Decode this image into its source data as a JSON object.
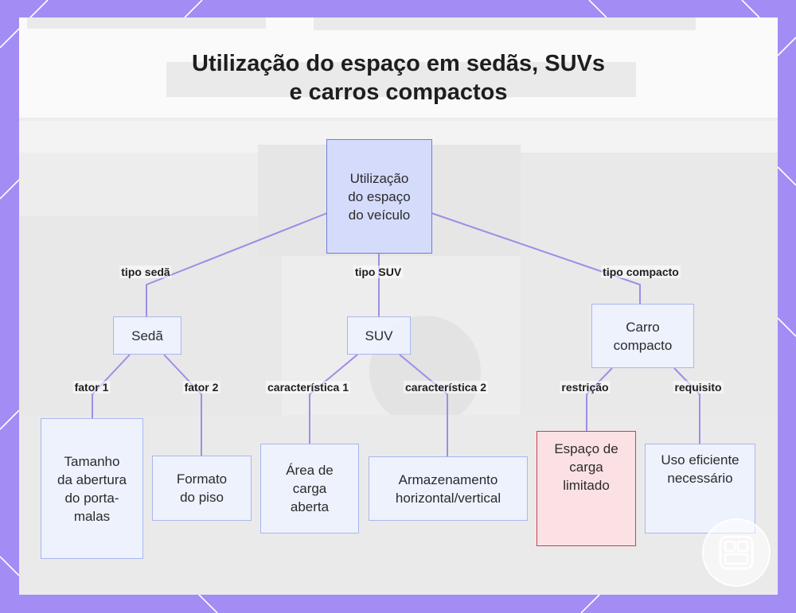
{
  "title": {
    "line1": "Utilização do espaço em sedãs, SUVs",
    "line2": "e carros compactos"
  },
  "nodes": {
    "root": "Utilização do espaço do veículo",
    "sedan": "Sedã",
    "suv": "SUV",
    "compact": "Carro compacto",
    "trunk": "Tamanho da abertura do porta-malas",
    "floor": "Formato do piso",
    "open_area": "Área de carga aberta",
    "storage": "Armazenamento horizontal/vertical",
    "limited": "Espaço de carga limitado",
    "efficient": "Uso eficiente necessário"
  },
  "edges": {
    "tipo_seda": "tipo sedã",
    "tipo_suv": "tipo SUV",
    "tipo_compacto": "tipo compacto",
    "fator1": "fator 1",
    "fator2": "fator 2",
    "caracteristica1": "característica 1",
    "caracteristica2": "característica 2",
    "restricao": "restrição",
    "requisito": "requisito"
  },
  "colors": {
    "frame": "#a48cf5",
    "edge": "#a08ce6",
    "root_fill": "#d5dbfb",
    "node_fill": "#edf2fe",
    "alert_border": "#cc3e52",
    "alert_fill": "#fbe1e3"
  },
  "icons": {
    "badge": "app-logo-icon"
  }
}
